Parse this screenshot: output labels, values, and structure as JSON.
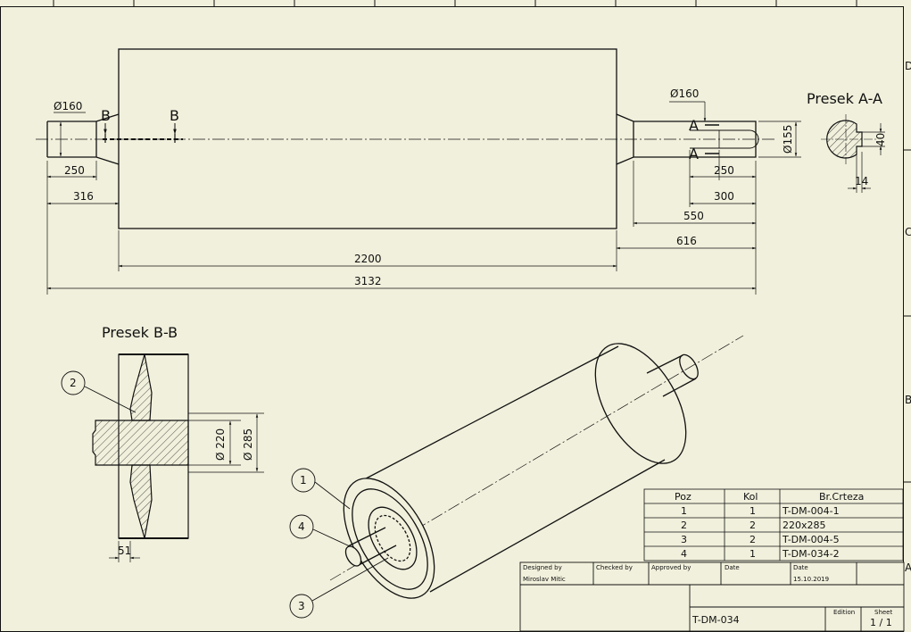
{
  "views": {
    "section_aa_title": "Presek A-A",
    "section_bb_title": "Presek B-B",
    "section_marker_a": "A",
    "section_marker_b": "B"
  },
  "dimensions": {
    "d160_left": "Ø160",
    "d160_right": "Ø160",
    "d155": "Ø155",
    "l250_left": "250",
    "l316": "316",
    "l2200": "2200",
    "l3132": "3132",
    "l250_right": "250",
    "l300": "300",
    "l550": "550",
    "l616": "616",
    "aa_40": "40",
    "aa_14": "14",
    "bb_d220": "Ø 220",
    "bb_d285": "Ø 285",
    "bb_51": "51"
  },
  "balloons": [
    "1",
    "2",
    "3",
    "4"
  ],
  "parts_list": {
    "headers": [
      "Poz",
      "Kol",
      "Br.Crteza"
    ],
    "rows": [
      [
        "1",
        "1",
        "T-DM-004-1"
      ],
      [
        "2",
        "2",
        "220x285"
      ],
      [
        "3",
        "2",
        "T-DM-004-5"
      ],
      [
        "4",
        "1",
        "T-DM-034-2"
      ]
    ]
  },
  "title_block": {
    "designed_by_label": "Designed by",
    "designed_by": "Miroslav Mitic",
    "checked_by_label": "Checked by",
    "approved_by_label": "Approved by",
    "date_label_1": "Date",
    "date_label_2": "Date",
    "date": "15.10.2019",
    "drawing_number": "T-DM-034",
    "edition_label": "Edition",
    "sheet_label": "Sheet",
    "sheet": "1 / 1"
  },
  "border": {
    "zone_d": "D",
    "zone_c": "C",
    "zone_b": "B",
    "zone_a": "A"
  }
}
